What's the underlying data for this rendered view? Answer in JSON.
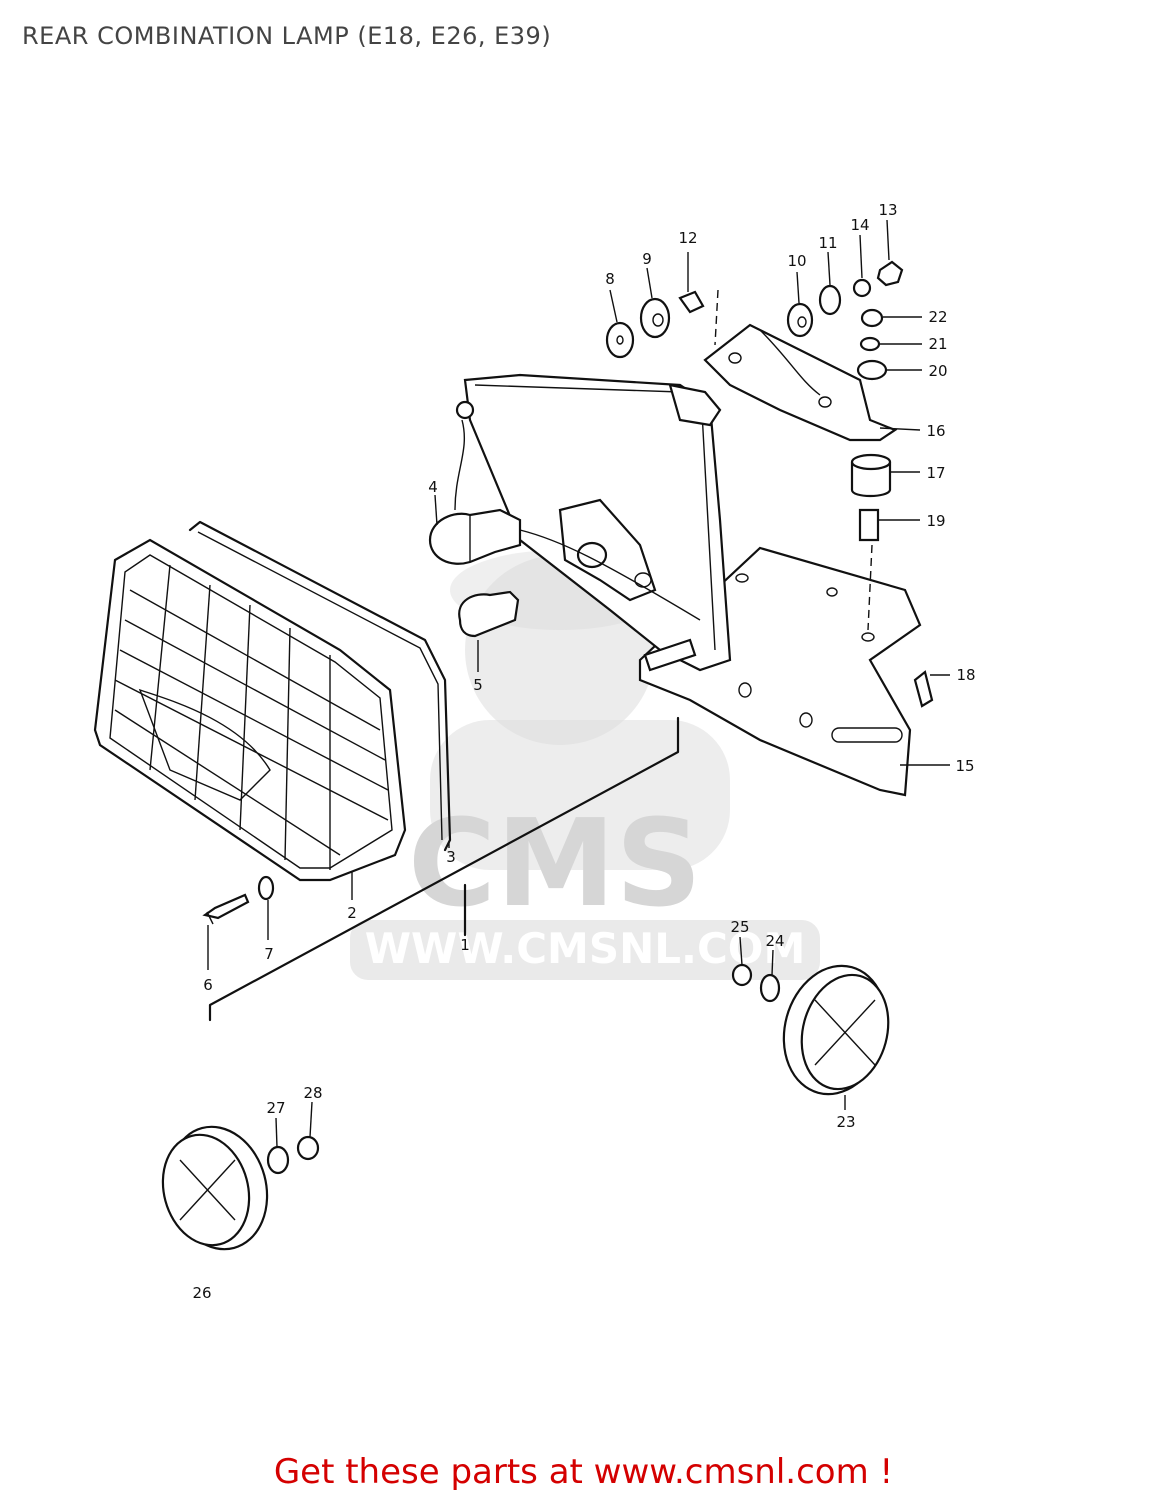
{
  "title": "REAR COMBINATION LAMP (E18, E26, E39)",
  "footer": "Get these parts at www.cmsnl.com !",
  "watermark": {
    "logo_text": "CMS",
    "url_text": "WWW.CMSNL.COM"
  },
  "callouts": [
    "1",
    "2",
    "3",
    "4",
    "5",
    "6",
    "7",
    "8",
    "9",
    "10",
    "11",
    "12",
    "13",
    "14",
    "15",
    "16",
    "17",
    "18",
    "19",
    "20",
    "21",
    "22",
    "23",
    "24",
    "25",
    "26",
    "27",
    "28"
  ],
  "colors": {
    "footer": "#d40000",
    "title": "#444444",
    "line": "#111111",
    "watermark": "#dcdcdc"
  }
}
